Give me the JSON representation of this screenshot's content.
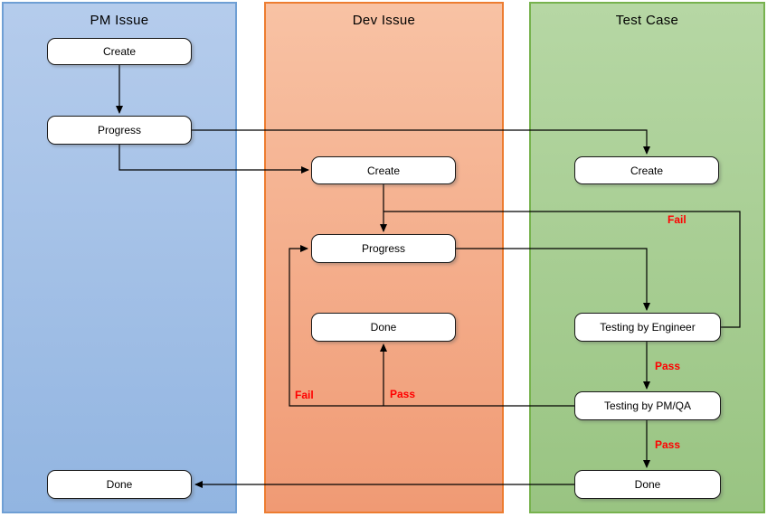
{
  "diagram": {
    "lanes": [
      {
        "id": "pm",
        "title": "PM Issue",
        "fill_top": "#b5ccec",
        "fill_bottom": "#92b5e1",
        "border": "#6f9fd4"
      },
      {
        "id": "dev",
        "title": "Dev Issue",
        "fill_top": "#f8c2a4",
        "fill_bottom": "#f09a74",
        "border": "#ed7d31"
      },
      {
        "id": "test",
        "title": "Test Case",
        "fill_top": "#b6d7a4",
        "fill_bottom": "#99c482",
        "border": "#77b24e"
      }
    ],
    "nodes": {
      "pm_create": {
        "label": "Create",
        "lane": "PM Issue"
      },
      "pm_progress": {
        "label": "Progress",
        "lane": "PM Issue"
      },
      "pm_done": {
        "label": "Done",
        "lane": "PM Issue"
      },
      "dev_create": {
        "label": "Create",
        "lane": "Dev Issue"
      },
      "dev_progress": {
        "label": "Progress",
        "lane": "Dev Issue"
      },
      "dev_done": {
        "label": "Done",
        "lane": "Dev Issue"
      },
      "test_create": {
        "label": "Create",
        "lane": "Test Case"
      },
      "test_engineer": {
        "label": "Testing by Engineer",
        "lane": "Test Case"
      },
      "test_pmqa": {
        "label": "Testing by PM/QA",
        "lane": "Test Case"
      },
      "test_done": {
        "label": "Done",
        "lane": "Test Case"
      }
    },
    "edge_labels": {
      "fail_engineer": "Fail",
      "pass_engineer": "Pass",
      "pass_pmqa": "Pass",
      "fail_pmqa": "Fail",
      "pass_to_done": "Pass"
    },
    "label_color": "#ff0000",
    "connector_color": "#000000",
    "flows": [
      "PM Create -> PM Progress",
      "PM Progress -> Test Case Create",
      "PM Progress -> Dev Create",
      "Dev Create -> Dev Progress",
      "Dev Progress -> Testing by Engineer",
      "Testing by Engineer -Fail-> Dev Progress",
      "Testing by Engineer -Pass-> Testing by PM/QA",
      "Testing by PM/QA -Pass-> Dev Done",
      "Testing by PM/QA -Fail-> Dev Progress",
      "Testing by PM/QA -Pass-> Test Done",
      "Test Done -> PM Done"
    ]
  }
}
